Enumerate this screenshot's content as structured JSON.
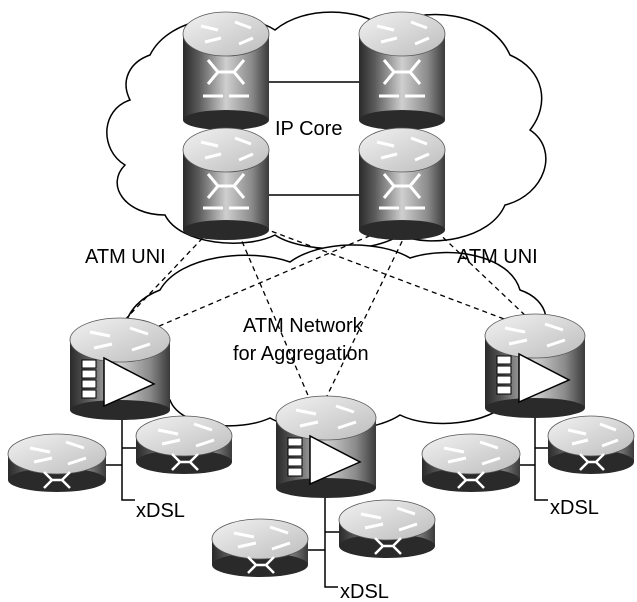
{
  "diagram": {
    "labels": {
      "ip_core": "IP Core",
      "atm_uni_left": "ATM UNI",
      "atm_uni_right": "ATM UNI",
      "atm_network_line1": "ATM Network",
      "atm_network_line2": "for Aggregation",
      "xdsl_left": "xDSL",
      "xdsl_center": "xDSL",
      "xdsl_right": "xDSL"
    },
    "device_types": {
      "core": "core-router",
      "atm": "atm-switch",
      "edge": "edge-router"
    },
    "colors": {
      "device_dark": "#2a2a2a",
      "device_mid": "#8a8a8a",
      "device_light": "#e6e6e6",
      "line": "#000000",
      "background": "#ffffff"
    }
  }
}
